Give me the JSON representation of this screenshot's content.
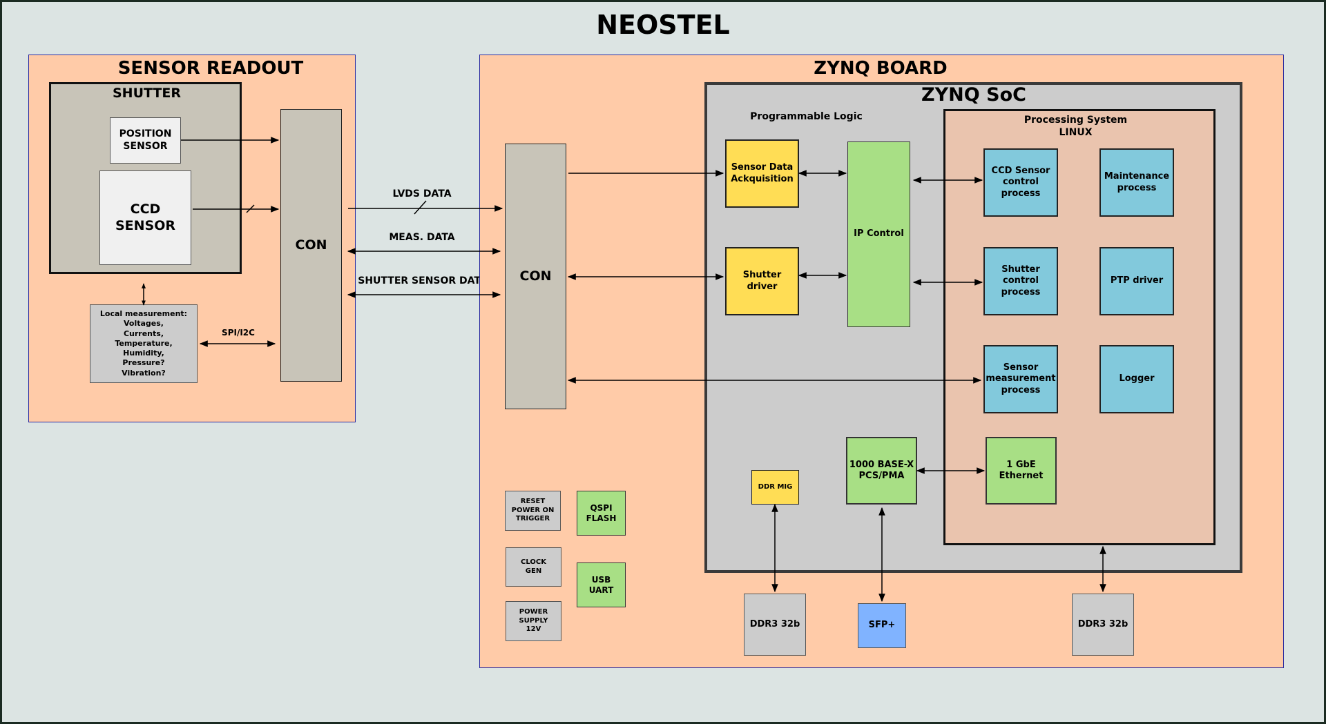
{
  "title": "NEOSTEL",
  "colors": {
    "background": "#dce4e3",
    "panel": "#ffcba8",
    "soc": "#cccccc",
    "ps": "#eac4ae",
    "shutter_box": "#c8c4b8",
    "yellow": "#ffdd55",
    "green": "#a8df85",
    "cyan": "#82c9dc",
    "blue": "#80b3ff"
  },
  "sensor_readout": {
    "title": "SENSOR READOUT",
    "shutter": {
      "title": "SHUTTER",
      "position_sensor": "POSITION\nSENSOR",
      "ccd_sensor": "CCD\nSENSOR"
    },
    "con": "CON",
    "local_measurement": "Local measurement:\nVoltages,\nCurrents,\nTemperature,\nHumidity,\nPressure?\nVibration?",
    "spi_label": "SPI/I2C"
  },
  "links": {
    "lvds": "LVDS DATA",
    "meas": "MEAS. DATA",
    "shutter_sensor": "SHUTTER SENSOR DATA"
  },
  "zynq_board": {
    "title": "ZYNQ BOARD",
    "con": "CON",
    "soc": {
      "title": "ZYNQ SoC",
      "pl": {
        "title": "Programmable Logic",
        "sensor_data_acq": "Sensor Data\nAckquisition",
        "shutter_driver": "Shutter\ndriver",
        "ip_control": "IP Control",
        "ddr_mig": "DDR MIG",
        "base_x": "1000 BASE-X\nPCS/PMA"
      },
      "ps": {
        "title": "Processing System\nLINUX",
        "ccd_control": "CCD Sensor\ncontrol\nprocess",
        "maintenance": "Maintenance\nprocess",
        "shutter_control": "Shutter\ncontrol\nprocess",
        "ptp_driver": "PTP driver",
        "sensor_measurement": "Sensor\nmeasurement\nprocess",
        "logger": "Logger",
        "ethernet": "1 GbE\nEthernet"
      }
    },
    "reset": "RESET\nPOWER ON\nTRIGGER",
    "qspi": "QSPI\nFLASH",
    "clock": "CLOCK\nGEN",
    "usb": "USB\nUART",
    "power": "POWER\nSUPPLY\n12V",
    "ddr3_left": "DDR3 32b",
    "sfp": "SFP+",
    "ddr3_right": "DDR3 32b"
  }
}
